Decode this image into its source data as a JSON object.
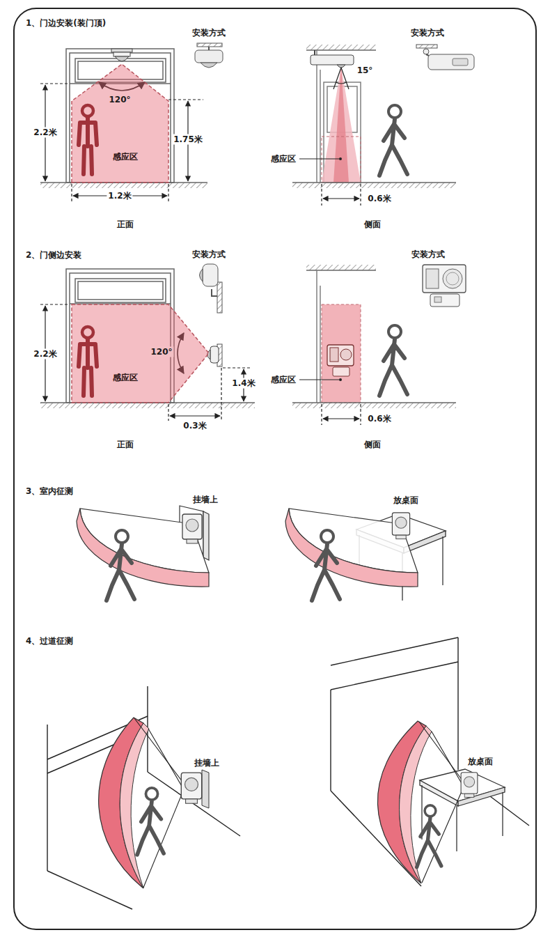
{
  "diagram": {
    "nodes": [
      {
        "text": [
          "感应区"
        ]
      },
      {
        "text": [
          "感应区"
        ]
      }
    ],
    "labels": [
      "1、门边安装(装门顶)",
      "安装方式",
      "安装方式",
      "120°",
      "15°",
      "2.2米",
      "1.75米",
      "感应区",
      "1.2米",
      "0.6米",
      "正面",
      "侧面",
      "2、门侧边安装",
      "安装方式",
      "安装方式",
      "2.2米",
      "120°",
      "1.4米",
      "感应区",
      "0.3米",
      "0.6米",
      "正面",
      "侧面",
      "3、室内征测",
      "挂墙上",
      "放桌面",
      "4、过道征测",
      "挂墙上",
      "放桌面"
    ]
  }
}
